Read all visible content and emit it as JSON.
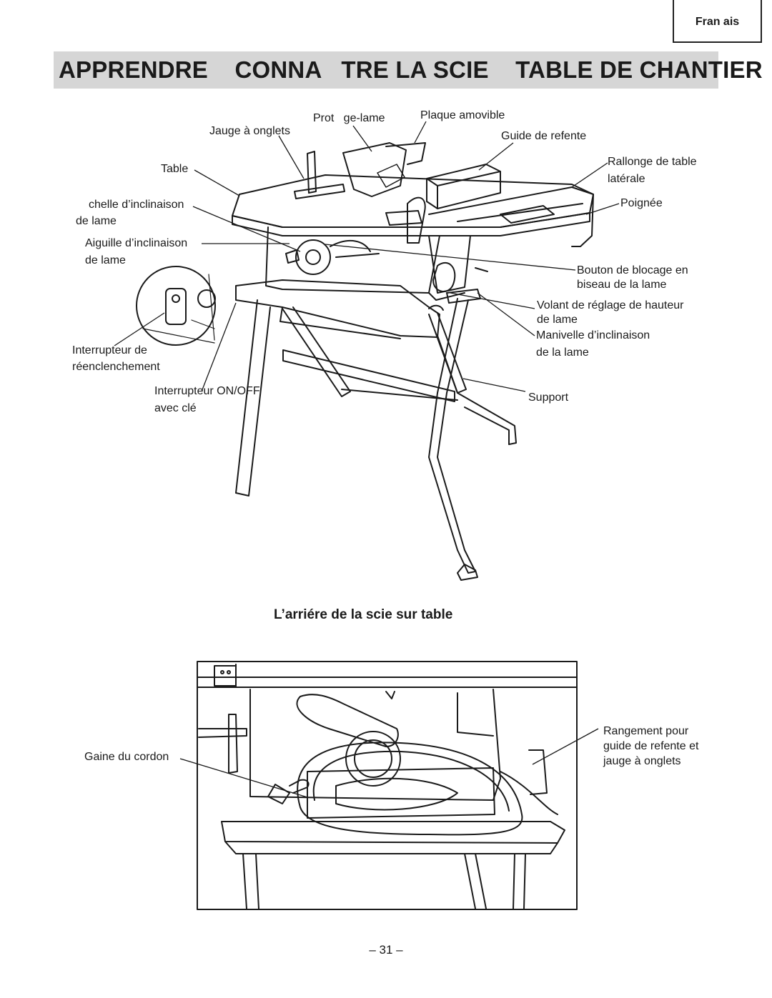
{
  "header": {
    "language_tab": "Fran   ais",
    "title": "APPRENDRE    CONNA   TRE LA SCIE    TABLE DE CHANTIER"
  },
  "figure1": {
    "labels": {
      "protege_lame": "Prot   ge-lame",
      "plaque_amovible": "Plaque amovible",
      "jauge_onglets": "Jauge à onglets",
      "guide_refente": "Guide de refente",
      "table": "Table",
      "rallonge_line1": "Rallonge de table",
      "rallonge_line2": "latérale",
      "echelle_line1": "chelle d’inclinaison",
      "echelle_line2": "de lame",
      "poignee": "Poignée",
      "aiguille_line1": "Aiguille d’inclinaison",
      "aiguille_line2": "de lame",
      "bouton_line1": "Bouton de blocage en",
      "bouton_line2": "biseau de la lame",
      "volant_line1": "Volant de réglage de hauteur",
      "volant_line2": "de lame",
      "manivelle_line1": "Manivelle d’inclinaison",
      "manivelle_line2": "de la lame",
      "interrupteur_re_line1": "Interrupteur de",
      "interrupteur_re_line2": "réenclenchement",
      "interrupteur_onoff_line1": "Interrupteur ON/OFF",
      "interrupteur_onoff_line2": "avec clé",
      "support": "Support"
    }
  },
  "figure2": {
    "title": "L’arriére de la scie sur table",
    "labels": {
      "gaine_cordon": "Gaine du cordon",
      "rangement_line1": "Rangement pour",
      "rangement_line2": "guide de refente et",
      "rangement_line3": "jauge à onglets"
    }
  },
  "footer": {
    "page_number": "–  31  –"
  }
}
